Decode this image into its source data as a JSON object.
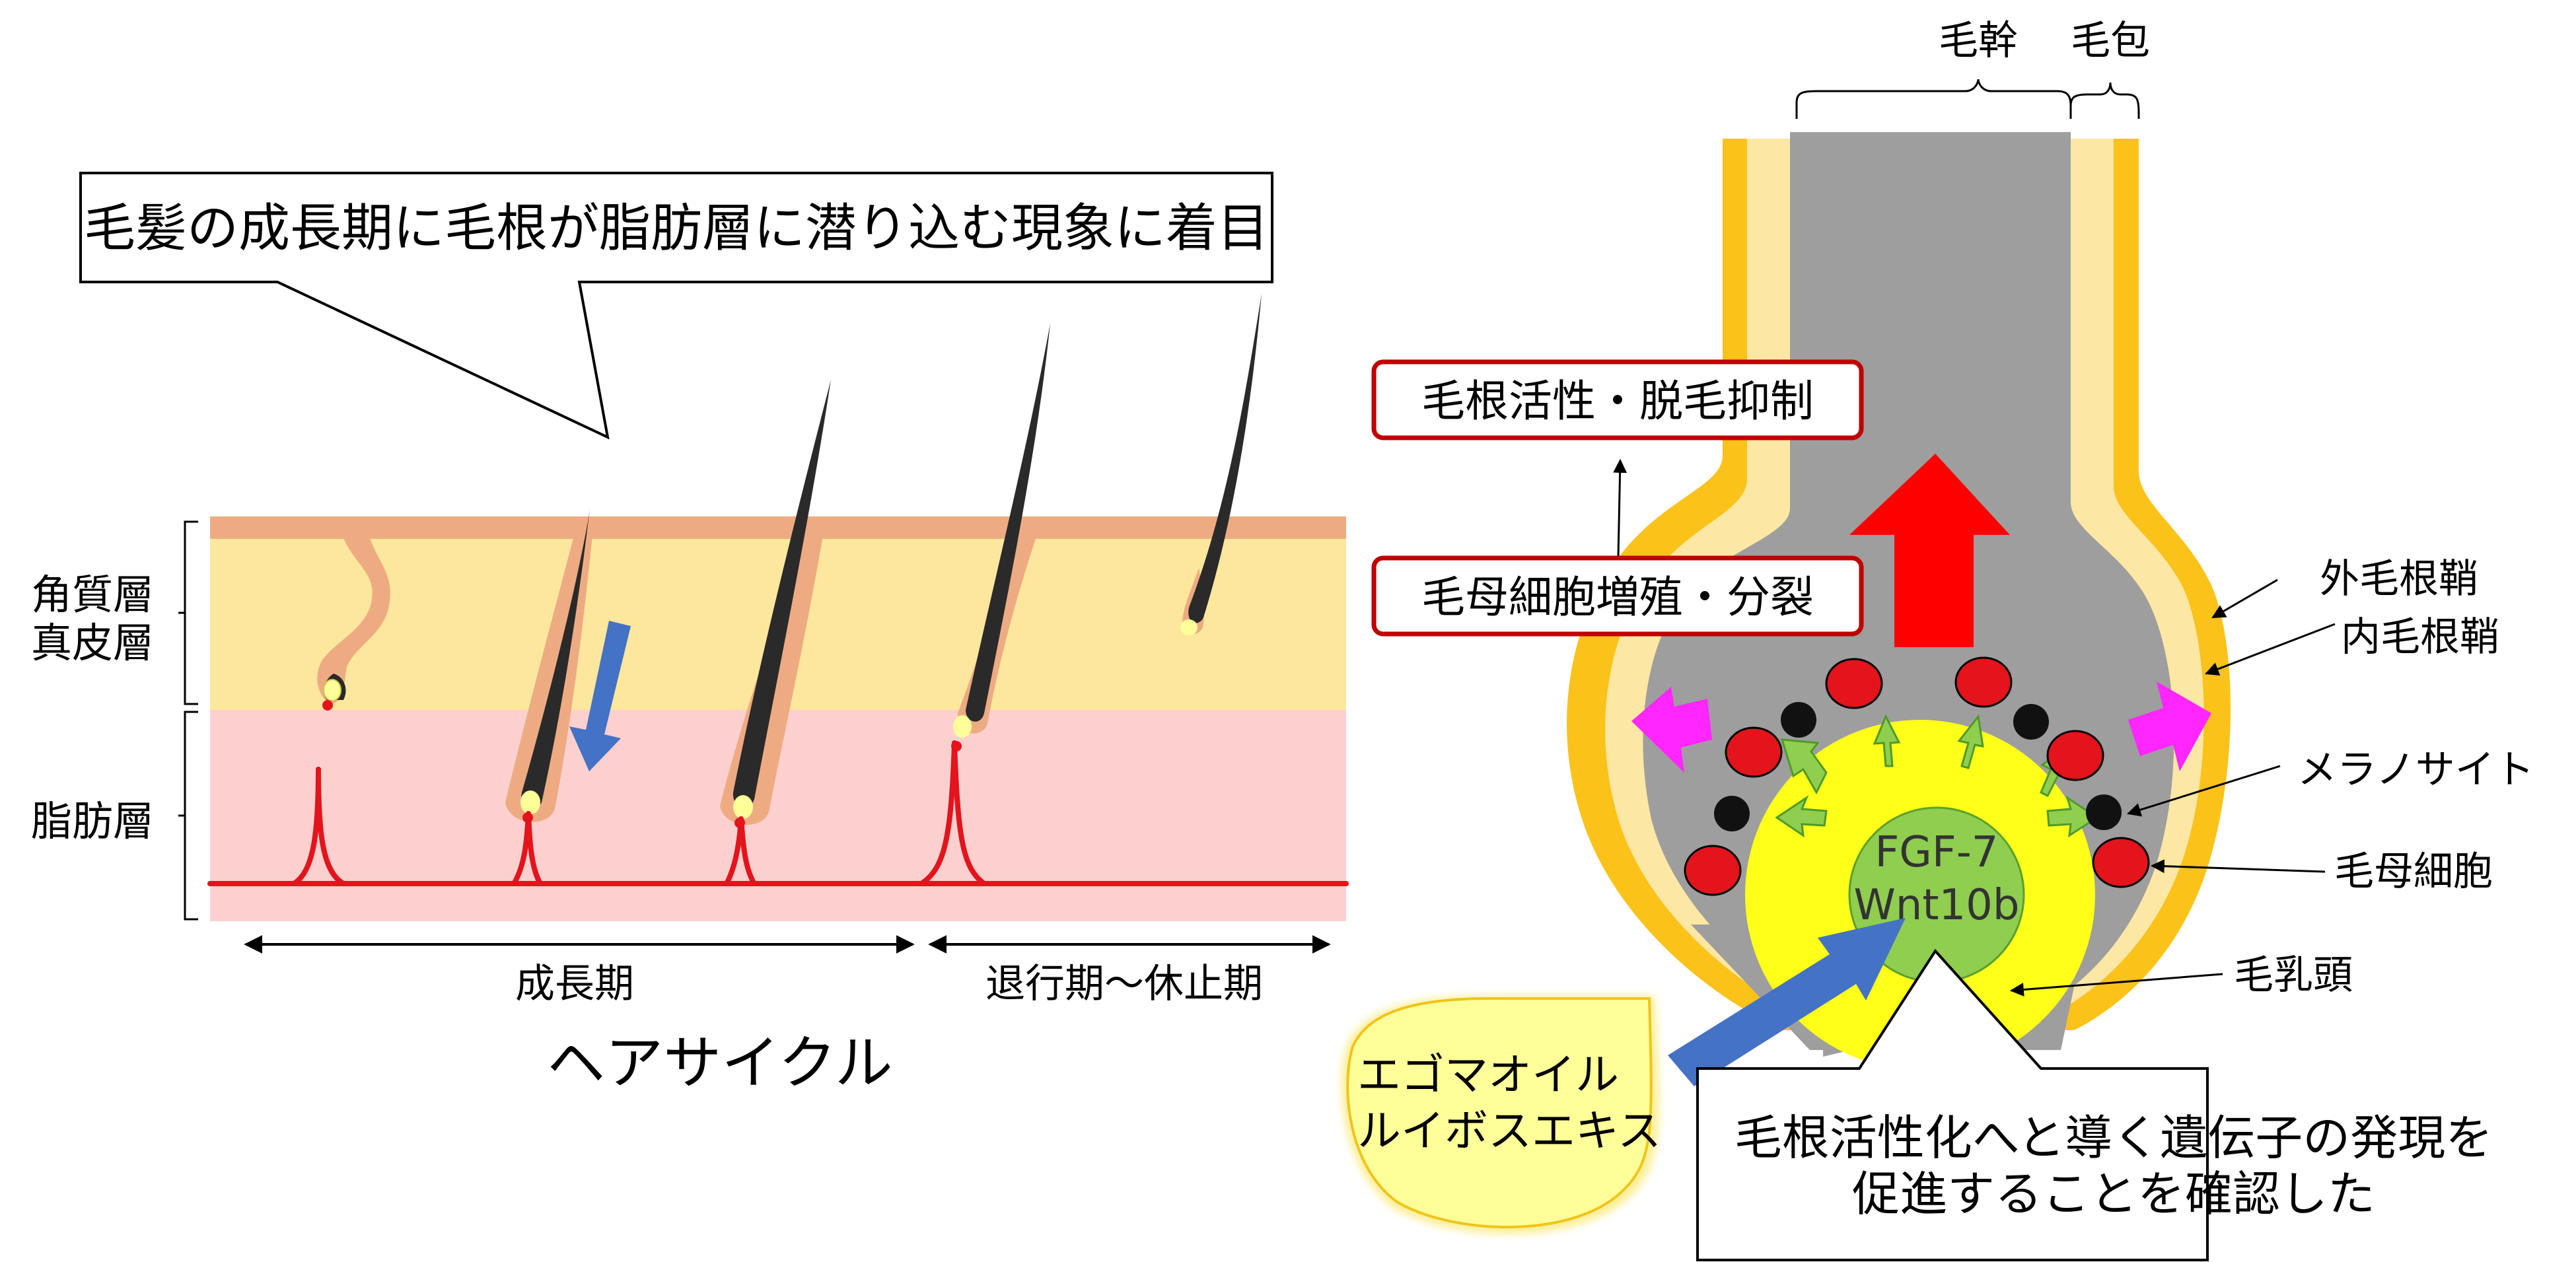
{
  "callout_left": "毛髪の成長期に毛根が脂肪層に潜り込む現象に着目",
  "skin_labels": {
    "corneum": "角質層",
    "dermis": "真皮層",
    "fat": "脂肪層"
  },
  "phase_labels": {
    "growth": "成長期",
    "regression_rest": "退行期〜休止期"
  },
  "caption": "ヘアサイクル",
  "follicle_top_labels": {
    "shaft": "毛幹",
    "follicle": "毛包"
  },
  "effect_boxes": {
    "activation": "毛根活性・脱毛抑制",
    "proliferation": "毛母細胞増殖・分裂"
  },
  "follicle_labels": {
    "outer_sheath": "外毛根鞘",
    "inner_sheath": "内毛根鞘",
    "melanocyte": "メラノサイト",
    "matrix_cell": "毛母細胞",
    "papilla": "毛乳頭"
  },
  "papilla_text": {
    "line1": "FGF-7",
    "line2": "Wnt10b"
  },
  "ingredient": {
    "line1": "エゴマオイル",
    "line2": "ルイボスエキス"
  },
  "conclusion": {
    "line1": "毛根活性化へと導く遺伝子の発現を",
    "line2": "促進することを確認した"
  },
  "colors": {
    "corneum": "#eeab82",
    "dermis": "#fde79c",
    "fat": "#fdd0d0",
    "vessel": "#e3141c",
    "hair": "#2a2a2a",
    "follicle_outer": "#fbc21a",
    "follicle_inner": "#fde7a4",
    "follicle_core": "#9e9e9e",
    "papilla_outer": "#ffff1a",
    "papilla_inner": "#8fce4f",
    "up_arrow": "#ff0000",
    "side_arrow": "#ff26ff",
    "blue_arrow": "#4472c4",
    "ingredient_fill": "#ffff99",
    "box_border": "#c00000"
  }
}
